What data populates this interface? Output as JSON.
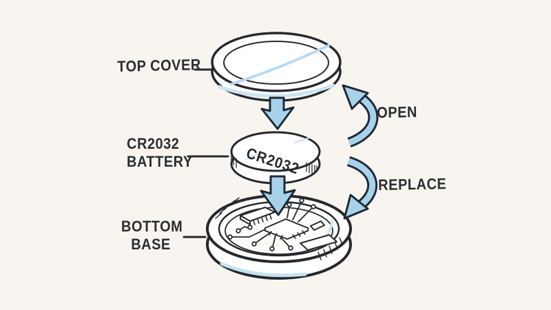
{
  "diagram": {
    "title": "CR2032 device exploded view",
    "labels": {
      "top_cover": "TOP COVER",
      "battery_line1": "CR2032",
      "battery_line2": "BATTERY",
      "base_line1": "BOTTOM",
      "base_line2": "BASE",
      "action_open": "OPEN",
      "action_replace": "REPLACE",
      "battery_marking": "CR2032"
    },
    "colors": {
      "background": "#f8f5f0",
      "ink": "#26282c",
      "arrow_fill": "#a8d2ec",
      "arrow_outline": "#1e2a36",
      "highlight_blue": "#b7dbf0",
      "tint_blue": "#cbe5f3",
      "text": "#2b2d31"
    }
  }
}
